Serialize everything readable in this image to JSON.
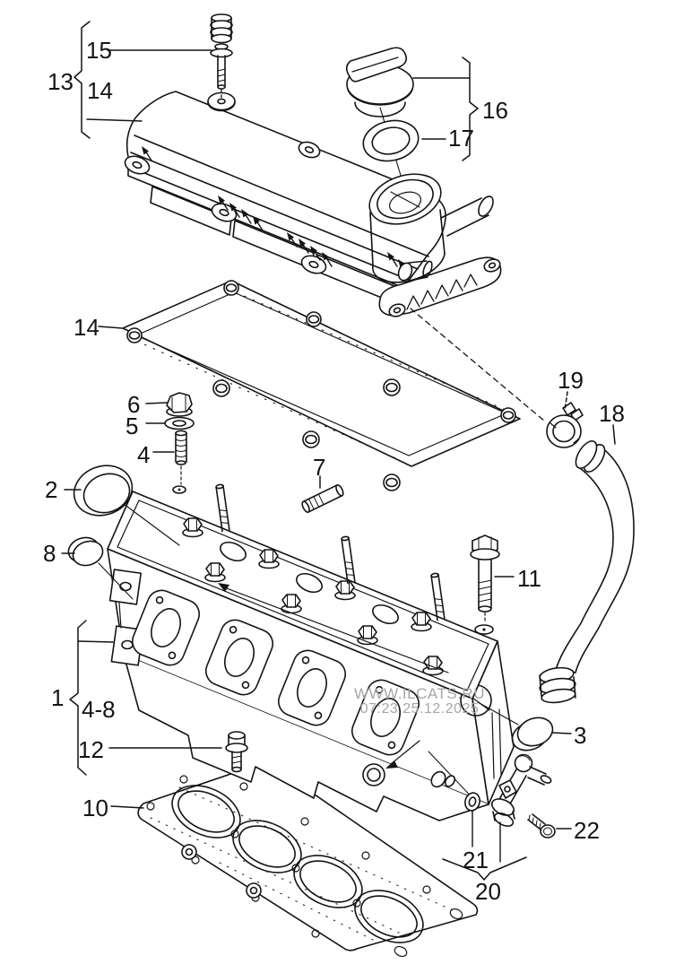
{
  "title": "cylinder head exploded parts diagram",
  "watermark": {
    "line1": "WWW.ILCATS.RU",
    "line2": "07:23 25.12.2025"
  },
  "callouts": [
    {
      "id": "15",
      "text": "15"
    },
    {
      "id": "13",
      "text": "13"
    },
    {
      "id": "14-upper",
      "text": "14"
    },
    {
      "id": "16",
      "text": "16"
    },
    {
      "id": "17",
      "text": "17"
    },
    {
      "id": "14-lower",
      "text": "14"
    },
    {
      "id": "19",
      "text": "19"
    },
    {
      "id": "18",
      "text": "18"
    },
    {
      "id": "6",
      "text": "6"
    },
    {
      "id": "5",
      "text": "5"
    },
    {
      "id": "4",
      "text": "4"
    },
    {
      "id": "2",
      "text": "2"
    },
    {
      "id": "7",
      "text": "7"
    },
    {
      "id": "8",
      "text": "8"
    },
    {
      "id": "11",
      "text": "11"
    },
    {
      "id": "1",
      "text": "1"
    },
    {
      "id": "4-8",
      "text": "4-8"
    },
    {
      "id": "3",
      "text": "3"
    },
    {
      "id": "12",
      "text": "12"
    },
    {
      "id": "10",
      "text": "10"
    },
    {
      "id": "22",
      "text": "22"
    },
    {
      "id": "21",
      "text": "21"
    },
    {
      "id": "20",
      "text": "20"
    }
  ],
  "colors": {
    "line": "#141414",
    "background": "#ffffff",
    "watermark": "#a6a6a6"
  }
}
